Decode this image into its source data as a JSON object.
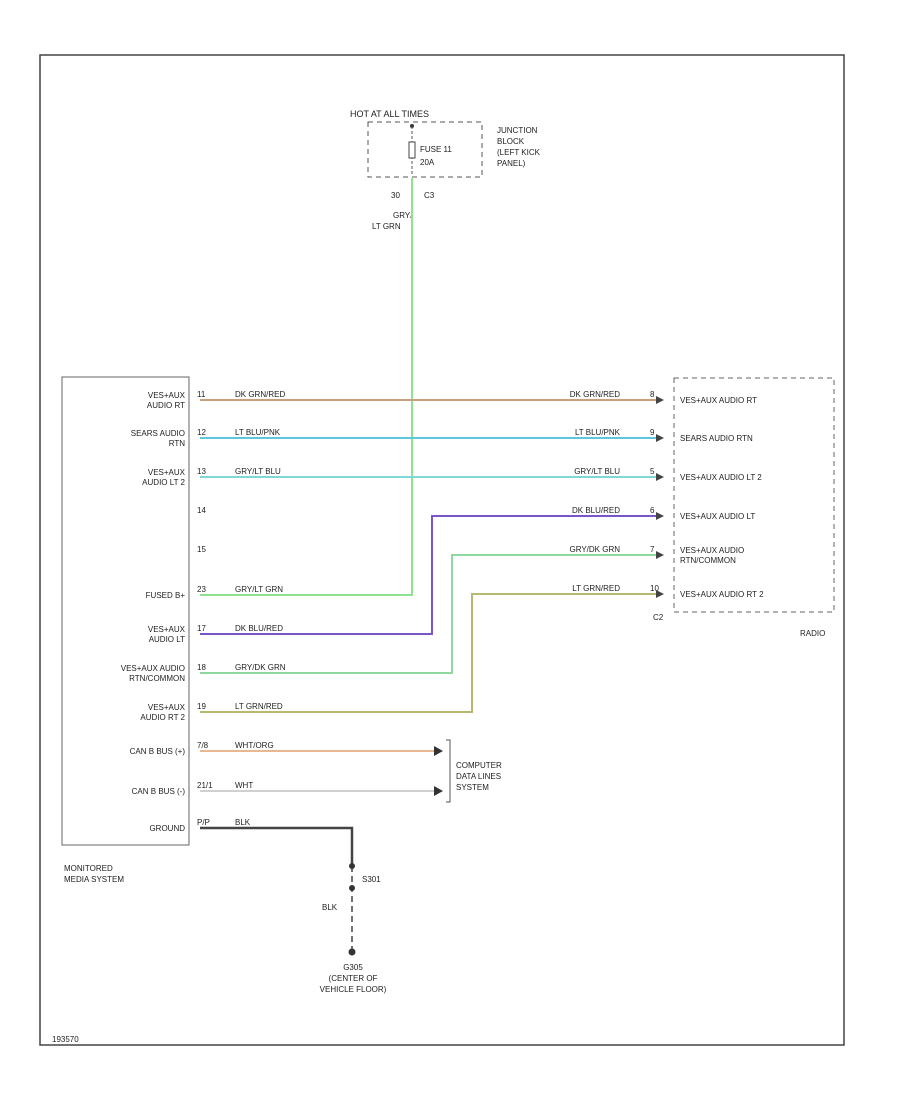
{
  "power_source": {
    "label": "HOT AT ALL TIMES",
    "fuse_label": "FUSE 11",
    "fuse_rating": "20A",
    "junction_lines": [
      "JUNCTION",
      "BLOCK",
      "(LEFT KICK",
      "PANEL)"
    ],
    "pin_left": "30",
    "pin_right": "C3",
    "wire_lines": [
      "GRY/",
      "LT GRN"
    ]
  },
  "module": {
    "name_lines": [
      "MONITORED",
      "MEDIA SYSTEM"
    ],
    "labels": [
      [
        "VES+AUX",
        "AUDIO RT"
      ],
      [
        "SEARS AUDIO",
        "RTN"
      ],
      [
        "VES+AUX",
        "AUDIO LT 2"
      ],
      [
        ""
      ],
      [
        ""
      ],
      [
        "FUSED B+"
      ],
      [
        "VES+AUX",
        "AUDIO LT"
      ],
      [
        "VES+AUX AUDIO",
        "RTN/COMMON"
      ],
      [
        "VES+AUX",
        "AUDIO RT 2"
      ],
      [
        "CAN B BUS (+)"
      ],
      [
        "CAN B BUS (-)"
      ],
      [
        "GROUND"
      ]
    ],
    "pins": [
      "11",
      "12",
      "13",
      "14",
      "15",
      "23",
      "17",
      "18",
      "19",
      "7/8",
      "21/1",
      "P/P"
    ]
  },
  "radio": {
    "name": "RADIO",
    "connector": "C2",
    "labels": [
      [
        "VES+AUX AUDIO RT"
      ],
      [
        "SEARS AUDIO RTN"
      ],
      [
        "VES+AUX AUDIO LT 2"
      ],
      [
        "VES+AUX AUDIO LT"
      ],
      [
        "VES+AUX AUDIO",
        "RTN/COMMON"
      ],
      [
        "VES+AUX AUDIO RT 2"
      ]
    ],
    "pins": [
      "8",
      "9",
      "5",
      "6",
      "7",
      "10"
    ]
  },
  "wires": [
    {
      "left": "DK GRN/RED",
      "right": "DK GRN/RED",
      "color": "#c8a07c"
    },
    {
      "left": "LT BLU/PNK",
      "right": "LT BLU/PNK",
      "color": "#5fc8d8"
    },
    {
      "left": "GRY/LT BLU",
      "right": "GRY/LT BLU",
      "color": "#7ed8d8"
    },
    {
      "left": "",
      "right": "DK BLU/RED",
      "color": "#7a55c8"
    },
    {
      "left": "",
      "right": "GRY/DK GRN",
      "color": "#8fd8a0"
    },
    {
      "left": "GRY/LT GRN",
      "right": "",
      "color": "#8fe28f"
    },
    {
      "left": "DK BLU/RED",
      "right": "",
      "color": "#7a55c8"
    },
    {
      "left": "GRY/DK GRN",
      "right": "",
      "color": "#5cc46a"
    },
    {
      "left": "LT GRN/RED",
      "right": "LT GRN/RED",
      "color": "#b8b870"
    },
    {
      "left": "WHT/ORG",
      "right": "",
      "color": "#e8b890"
    },
    {
      "left": "WHT",
      "right": "",
      "color": "#d0d0d0"
    },
    {
      "left": "BLK",
      "right": "",
      "color": "#444444"
    }
  ],
  "computer_data": {
    "lines": [
      "COMPUTER",
      "DATA LINES",
      "SYSTEM"
    ]
  },
  "ground": {
    "splice": "S301",
    "wire": "BLK",
    "name_lines": [
      "G305",
      "(CENTER OF",
      "VEHICLE FLOOR)"
    ]
  },
  "footer": {
    "code": "193570"
  }
}
